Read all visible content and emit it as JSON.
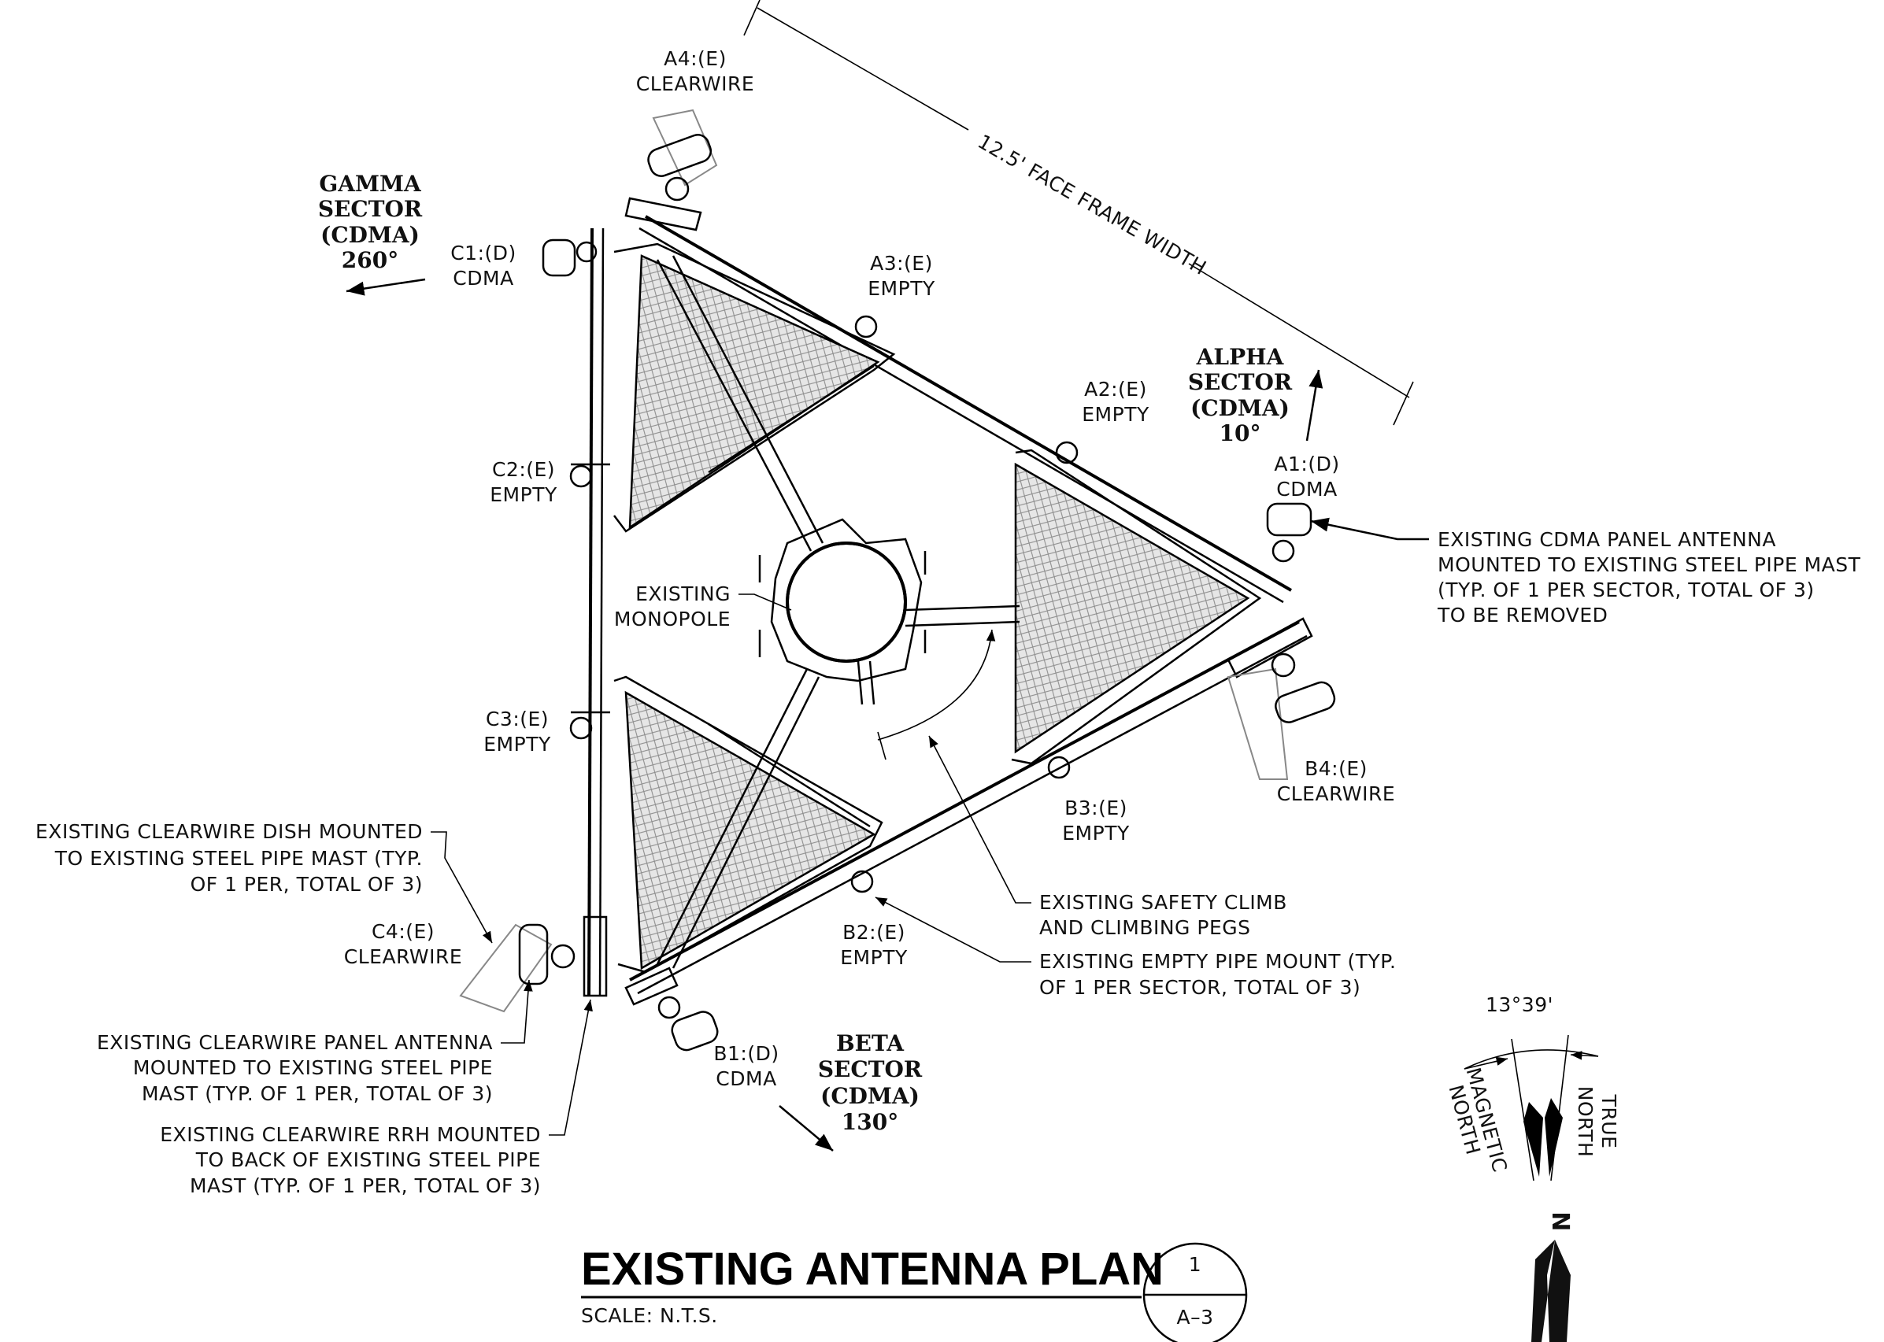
{
  "title": "EXISTING ANTENNA PLAN",
  "scale": "SCALE: N.T.S.",
  "detail_number": "1",
  "sheet": "A–3",
  "face_frame_width": "12.5' FACE FRAME WIDTH",
  "sectors": {
    "alpha": [
      "ALPHA",
      "SECTOR",
      "(CDMA)",
      "10°"
    ],
    "beta": [
      "BETA",
      "SECTOR",
      "(CDMA)",
      "130°"
    ],
    "gamma": [
      "GAMMA",
      "SECTOR",
      "(CDMA)",
      "260°"
    ]
  },
  "positions": {
    "a1": [
      "A1:(D)",
      "CDMA"
    ],
    "a2": [
      "A2:(E)",
      "EMPTY"
    ],
    "a3": [
      "A3:(E)",
      "EMPTY"
    ],
    "a4": [
      "A4:(E)",
      "CLEARWIRE"
    ],
    "b1": [
      "B1:(D)",
      "CDMA"
    ],
    "b2": [
      "B2:(E)",
      "EMPTY"
    ],
    "b3": [
      "B3:(E)",
      "EMPTY"
    ],
    "b4": [
      "B4:(E)",
      "CLEARWIRE"
    ],
    "c1": [
      "C1:(D)",
      "CDMA"
    ],
    "c2": [
      "C2:(E)",
      "EMPTY"
    ],
    "c3": [
      "C3:(E)",
      "EMPTY"
    ],
    "c4": [
      "C4:(E)",
      "CLEARWIRE"
    ]
  },
  "notes": {
    "monopole": [
      "EXISTING",
      "MONOPOLE"
    ],
    "cdma_panel": [
      "EXISTING CDMA PANEL ANTENNA",
      "MOUNTED TO EXISTING STEEL PIPE MAST",
      "(TYP. OF 1 PER SECTOR, TOTAL OF 3)",
      "TO BE REMOVED"
    ],
    "clearwire_dish": [
      "EXISTING CLEARWIRE DISH MOUNTED",
      "TO EXISTING STEEL PIPE MAST (TYP.",
      "OF 1 PER, TOTAL OF 3)"
    ],
    "clearwire_panel": [
      "EXISTING CLEARWIRE PANEL ANTENNA",
      "MOUNTED TO EXISTING STEEL PIPE",
      "MAST (TYP. OF 1 PER, TOTAL OF 3)"
    ],
    "clearwire_rrh": [
      "EXISTING CLEARWIRE RRH MOUNTED",
      "TO BACK OF EXISTING STEEL PIPE",
      "MAST (TYP. OF 1 PER, TOTAL OF 3)"
    ],
    "safety_climb": [
      "EXISTING SAFETY CLIMB",
      "AND CLIMBING PEGS"
    ],
    "empty_mount": [
      "EXISTING EMPTY PIPE MOUNT (TYP.",
      "OF 1 PER SECTOR, TOTAL OF 3)"
    ]
  },
  "north": {
    "declination": "13°39'",
    "true_north": [
      "TRUE",
      "NORTH"
    ],
    "magnetic_north": [
      "MAGNETIC",
      "NORTH"
    ],
    "n_letter": "N"
  }
}
